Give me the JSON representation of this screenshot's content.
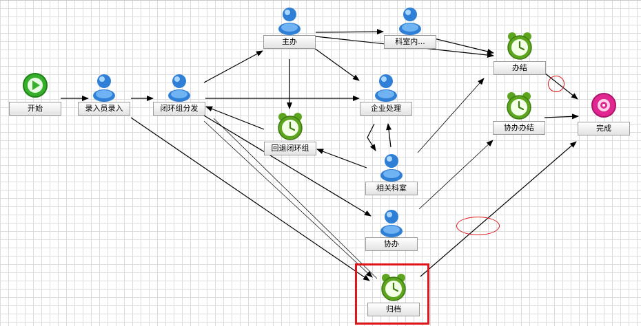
{
  "nodes": {
    "start": {
      "label": "开始",
      "icon": "start-play-icon"
    },
    "entry": {
      "label": "录入员录入",
      "icon": "user-icon"
    },
    "distribute": {
      "label": "闭环组分发",
      "icon": "user-icon"
    },
    "main": {
      "label": "主办",
      "icon": "user-icon"
    },
    "room": {
      "label": "科室内...",
      "icon": "user-icon"
    },
    "finish_work": {
      "label": "办结",
      "icon": "alarm-clock-icon"
    },
    "complete": {
      "label": "完成",
      "icon": "end-disc-icon"
    },
    "enterprise": {
      "label": "企业处理",
      "icon": "user-icon"
    },
    "return_group": {
      "label": "回退闭环组",
      "icon": "alarm-clock-icon"
    },
    "co_finish": {
      "label": "协办办结",
      "icon": "alarm-clock-icon"
    },
    "related": {
      "label": "相关科室",
      "icon": "user-icon"
    },
    "assist": {
      "label": "协办",
      "icon": "user-icon"
    },
    "archive": {
      "label": "归档",
      "icon": "alarm-clock-icon"
    }
  },
  "edges": [
    [
      "start",
      "entry"
    ],
    [
      "entry",
      "distribute"
    ],
    [
      "entry",
      "archive"
    ],
    [
      "distribute",
      "main"
    ],
    [
      "distribute",
      "enterprise"
    ],
    [
      "distribute",
      "assist"
    ],
    [
      "distribute",
      "archive"
    ],
    [
      "main",
      "room"
    ],
    [
      "main",
      "finish_work"
    ],
    [
      "main",
      "enterprise"
    ],
    [
      "main",
      "return_group"
    ],
    [
      "room",
      "finish_work"
    ],
    [
      "return_group",
      "distribute"
    ],
    [
      "enterprise",
      "related"
    ],
    [
      "related",
      "enterprise"
    ],
    [
      "related",
      "return_group"
    ],
    [
      "related",
      "finish_work"
    ],
    [
      "assist",
      "co_finish"
    ],
    [
      "finish_work",
      "complete"
    ],
    [
      "co_finish",
      "complete"
    ],
    [
      "archive",
      "complete"
    ]
  ],
  "colors": {
    "highlight": "#e0141b",
    "edge": "#000000",
    "user": "#2f7fd6",
    "clock": "#5da51e",
    "start": "#36b02b",
    "end": "#e2268f"
  }
}
